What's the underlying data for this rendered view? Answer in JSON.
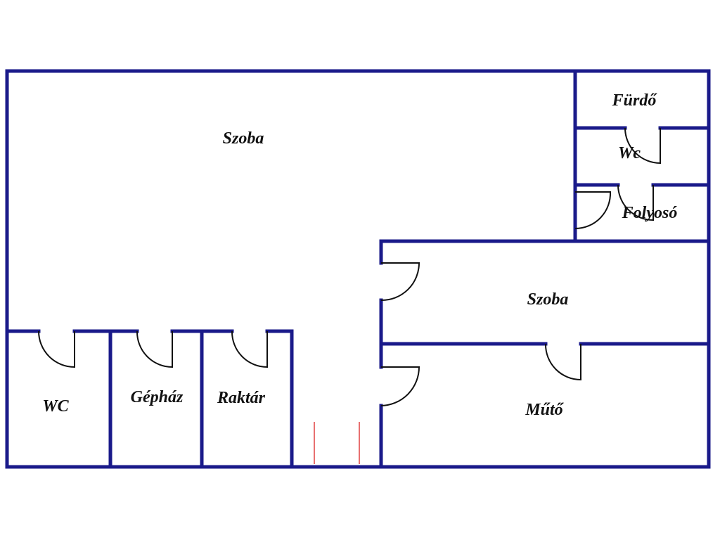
{
  "colors": {
    "wall": "#1a1a8a",
    "door": "#111111",
    "marker": "#e04040"
  },
  "rooms": [
    {
      "id": "szoba-main",
      "label": "Szoba"
    },
    {
      "id": "furdo",
      "label": "Fürdő"
    },
    {
      "id": "wc-small",
      "label": "Wc"
    },
    {
      "id": "folyoso",
      "label": "Folyosó"
    },
    {
      "id": "szoba-second",
      "label": "Szoba"
    },
    {
      "id": "wc",
      "label": "WC"
    },
    {
      "id": "gephaz",
      "label": "Gépház"
    },
    {
      "id": "raktar",
      "label": "Raktár"
    },
    {
      "id": "muto",
      "label": "Műtő"
    }
  ]
}
